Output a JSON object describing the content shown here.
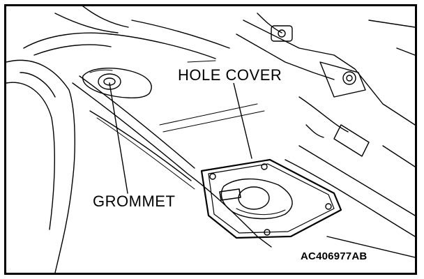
{
  "diagram": {
    "labels": {
      "hole_cover": "HOLE COVER",
      "grommet": "GROMMET"
    },
    "figure_code": "AC406977AB",
    "colors": {
      "ink": "#000000",
      "paper": "#ffffff"
    }
  }
}
